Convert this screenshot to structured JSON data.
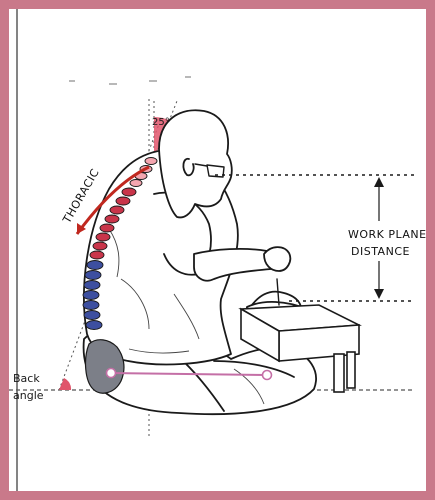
{
  "labels": {
    "neck_angle": "25°",
    "thoracic": "THORACIC",
    "work_plane_line1": "WORK PLANE",
    "work_plane_line2": "DISTANCE",
    "back_angle_line1": "Back",
    "back_angle_line2": "angle"
  },
  "colors": {
    "border": "#c9798a",
    "thoracic_arrow": "#c0281f",
    "angle_wedge": "#e0556b",
    "cervical_vertebrae": "#f4a6b0",
    "thoracic_vertebrae": "#c9354a",
    "lumbar_vertebrae": "#3d4fa0",
    "pelvis": "#7c7f88",
    "femur_line": "#c46fa6"
  }
}
